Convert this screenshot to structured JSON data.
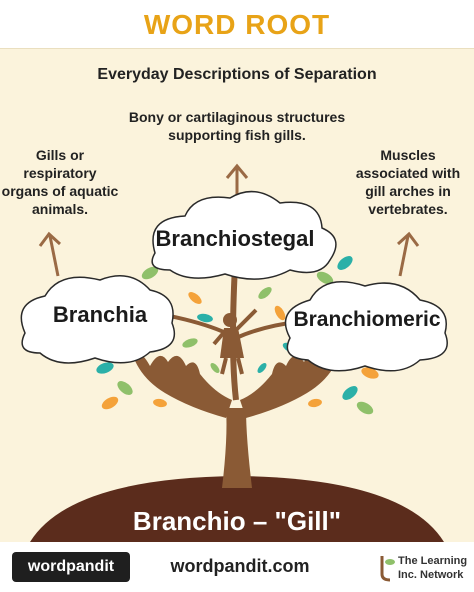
{
  "header": {
    "title": "WORD ROOT"
  },
  "subtitle": "Everyday Descriptions of Separation",
  "descriptions": {
    "top": "Bony or cartilaginous structures supporting fish gills.",
    "left": "Gills or respiratory organs of aquatic animals.",
    "right": "Muscles associated with gill arches in vertebrates."
  },
  "clouds": {
    "center": "Branchiostegal",
    "left": "Branchia",
    "right": "Branchiomeric"
  },
  "root": "Branchio – \"Gill\"",
  "footer": {
    "brand": "wordpandit",
    "site": "wordpandit.com",
    "network_line1": "The Learning",
    "network_line2": "Inc. Network"
  },
  "colors": {
    "accent": "#e8a317",
    "panel": "#fbf3dc",
    "trunk": "#8a5a35",
    "ground": "#5b2c1c",
    "leaf_green": "#8fc06a",
    "leaf_teal": "#2bb0a8",
    "leaf_orange": "#f4a23a"
  }
}
